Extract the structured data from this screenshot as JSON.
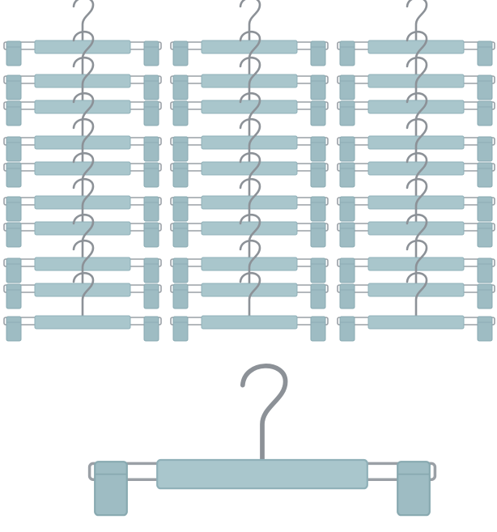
{
  "product": {
    "item_name": "hanger",
    "grid": {
      "columns": 3,
      "rows": 10,
      "count": 30
    },
    "featured_count": 1
  },
  "palette": {
    "background": "#ffffff",
    "bar": "#a9c6cc",
    "bar_edge": "#8fb0b8",
    "clip": "#9ebcc3",
    "clip_edge": "#88a9b0",
    "wire": "#9aa0a6",
    "hook": "#8c9197"
  }
}
